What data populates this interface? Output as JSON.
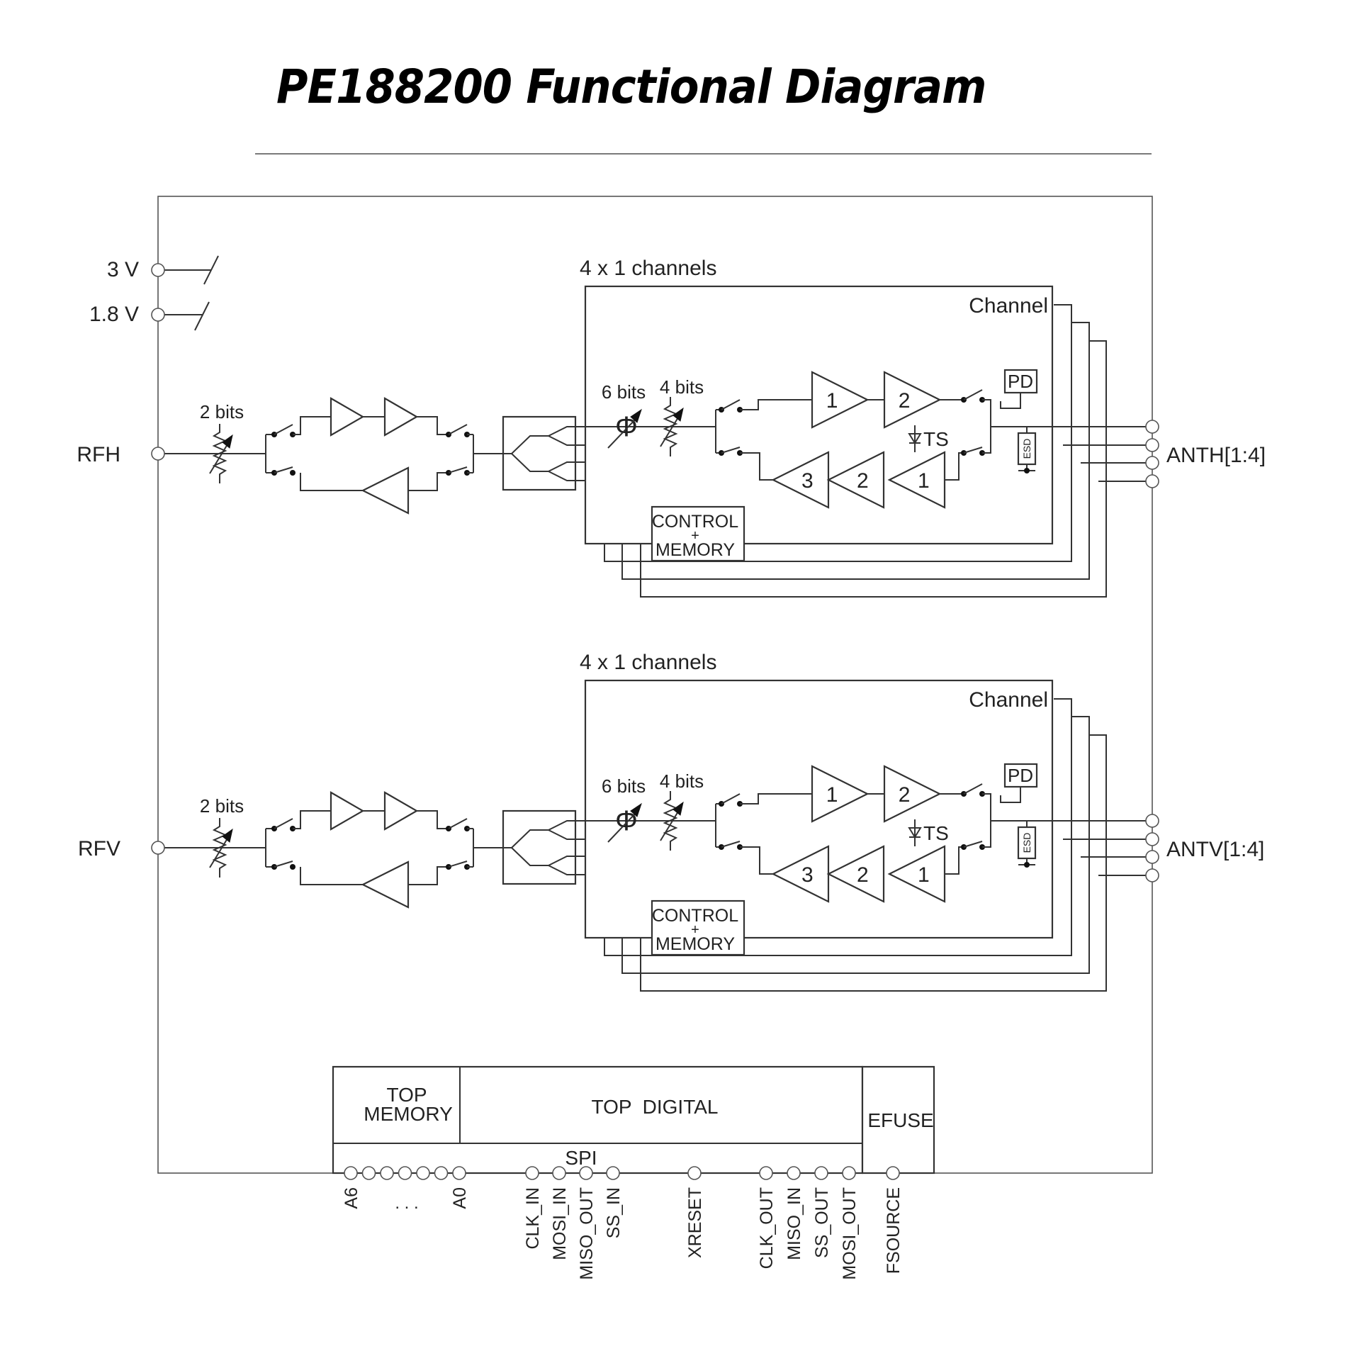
{
  "page": {
    "title": "PE188200 Functional Diagram"
  },
  "power": {
    "supplies": [
      {
        "label": "3 V"
      },
      {
        "label": "1.8 V"
      }
    ]
  },
  "paths": [
    {
      "id": "h",
      "input_label": "RFH",
      "input_attenuator_label": "2 bits",
      "channels_group_label": "4 x 1 channels",
      "channel_label": "Channel",
      "phase_shifter_label": "6 bits",
      "attenuator_label": "4 bits",
      "phase_symbol": "Φ",
      "tx_amp_labels": [
        "1",
        "2"
      ],
      "rx_amp_labels": [
        "3",
        "2",
        "1"
      ],
      "control_label_line1": "CONTROL",
      "control_label_line2": "+",
      "control_label_line3": "MEMORY",
      "power_detector_label": "PD",
      "temp_sensor_label": "TS",
      "esd_label": "ESD",
      "output_label": "ANTH[1:4]"
    },
    {
      "id": "v",
      "input_label": "RFV",
      "input_attenuator_label": "2 bits",
      "channels_group_label": "4 x 1 channels",
      "channel_label": "Channel",
      "phase_shifter_label": "6 bits",
      "attenuator_label": "4 bits",
      "phase_symbol": "Φ",
      "tx_amp_labels": [
        "1",
        "2"
      ],
      "rx_amp_labels": [
        "3",
        "2",
        "1"
      ],
      "control_label_line1": "CONTROL",
      "control_label_line2": "+",
      "control_label_line3": "MEMORY",
      "power_detector_label": "PD",
      "temp_sensor_label": "TS",
      "esd_label": "ESD",
      "output_label": "ANTV[1:4]"
    }
  ],
  "digital": {
    "top_memory_line1": "TOP",
    "top_memory_line2": "MEMORY",
    "top_digital": "TOP  DIGITAL",
    "efuse": "EFUSE",
    "spi": "SPI",
    "address_pins": {
      "first": "A6",
      "ellipsis": ". . .",
      "last": "A0"
    },
    "spi_in_pins": [
      "CLK_IN",
      "MOSI_IN",
      "MISO_OUT",
      "SS_IN"
    ],
    "reset_pin": "XRESET",
    "spi_out_pins": [
      "CLK_OUT",
      "MISO_IN",
      "SS_OUT",
      "MOSI_OUT"
    ],
    "efuse_pin": "FSOURCE"
  }
}
